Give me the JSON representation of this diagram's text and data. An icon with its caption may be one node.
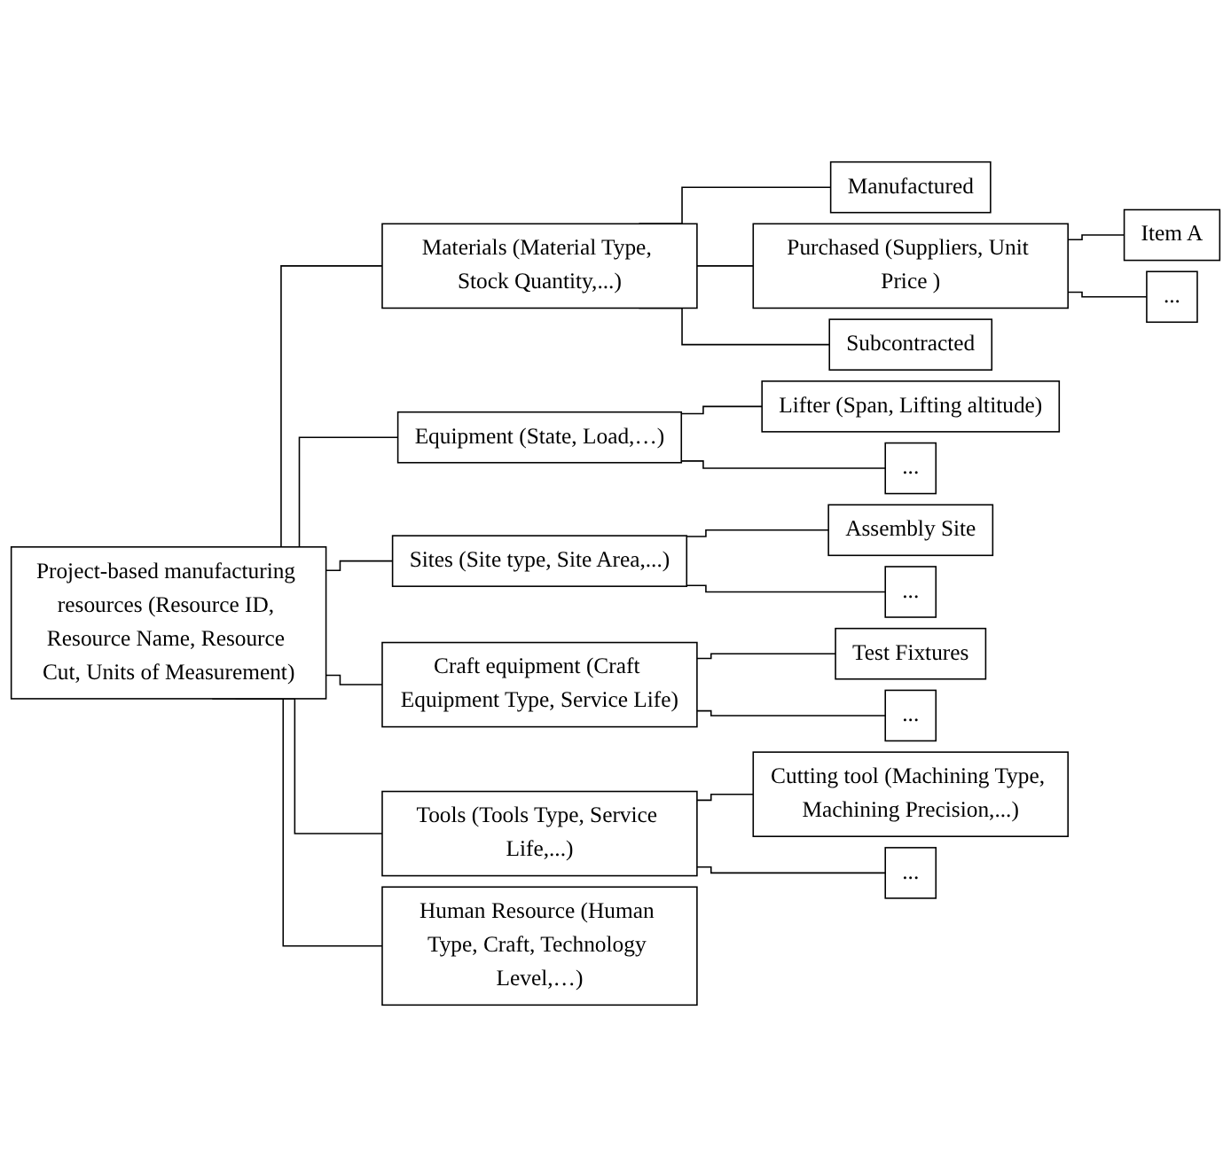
{
  "diagram": {
    "nodes": [
      {
        "text": [
          "Project-based manufacturing resources (Resource ID, Resource Name, Resource Cut, Units of Measurement)"
        ]
      },
      {
        "text": [
          "Materials (Material Type, Stock Quantity,...)"
        ]
      },
      {
        "text": [
          "Manufactured"
        ]
      },
      {
        "text": [
          "Purchased (Suppliers, Unit Price )"
        ]
      },
      {
        "text": [
          "Item A"
        ]
      },
      {
        "text": [
          "..."
        ]
      },
      {
        "text": [
          "Subcontracted"
        ]
      },
      {
        "text": [
          "Equipment (State, Load,…)"
        ]
      },
      {
        "text": [
          "Lifter (Span, Lifting altitude)"
        ]
      },
      {
        "text": [
          "..."
        ]
      },
      {
        "text": [
          "Sites (Site type, Site Area,...)"
        ]
      },
      {
        "text": [
          "Assembly Site"
        ]
      },
      {
        "text": [
          "..."
        ]
      },
      {
        "text": [
          "Craft equipment (Craft Equipment Type, Service Life)"
        ]
      },
      {
        "text": [
          "Test Fixtures"
        ]
      },
      {
        "text": [
          "..."
        ]
      },
      {
        "text": [
          "Tools (Tools Type, Service Life,...)"
        ]
      },
      {
        "text": [
          "Cutting tool (Machining Type, Machining Precision,...)"
        ]
      },
      {
        "text": [
          "..."
        ]
      },
      {
        "text": [
          "Human Resource (Human Type, Craft, Technology Level,…)"
        ]
      }
    ],
    "edges": [
      {
        "from": 0,
        "to": 1,
        "arrow": "none"
      },
      {
        "from": 1,
        "to": 2,
        "arrow": "none"
      },
      {
        "from": 1,
        "to": 3,
        "arrow": "none"
      },
      {
        "from": 3,
        "to": 4,
        "arrow": "none"
      },
      {
        "from": 3,
        "to": 5,
        "arrow": "none"
      },
      {
        "from": 1,
        "to": 6,
        "arrow": "none"
      },
      {
        "from": 0,
        "to": 7,
        "arrow": "none"
      },
      {
        "from": 7,
        "to": 8,
        "arrow": "none"
      },
      {
        "from": 7,
        "to": 9,
        "arrow": "none"
      },
      {
        "from": 0,
        "to": 10,
        "arrow": "none"
      },
      {
        "from": 10,
        "to": 11,
        "arrow": "none"
      },
      {
        "from": 10,
        "to": 12,
        "arrow": "none"
      },
      {
        "from": 0,
        "to": 13,
        "arrow": "none"
      },
      {
        "from": 13,
        "to": 14,
        "arrow": "none"
      },
      {
        "from": 13,
        "to": 15,
        "arrow": "none"
      },
      {
        "from": 0,
        "to": 16,
        "arrow": "none"
      },
      {
        "from": 16,
        "to": 17,
        "arrow": "none"
      },
      {
        "from": 16,
        "to": 18,
        "arrow": "none"
      },
      {
        "from": 0,
        "to": 19,
        "arrow": "none"
      }
    ]
  }
}
